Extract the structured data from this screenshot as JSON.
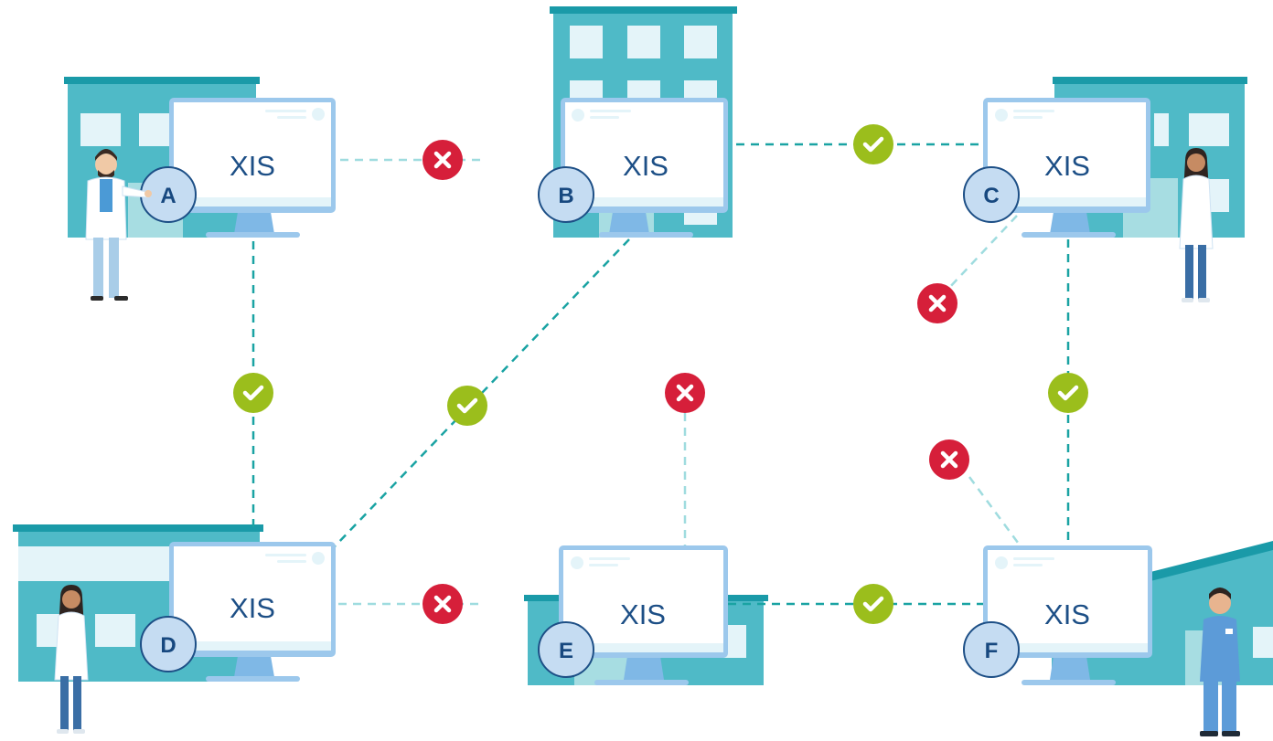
{
  "colors": {
    "building": "#4fbac7",
    "building_roof": "#1a9aa8",
    "window": "#e4f4f9",
    "monitor_frame": "#9cc8ec",
    "monitor_screen": "#ffffff",
    "badge_fill": "#c5dcf2",
    "badge_stroke": "#1d4f86",
    "label_text": "#1d4f86",
    "link_ok": "#1aa3a3",
    "link_fail": "#9fdcdf",
    "ok_icon": "#9bbe1c",
    "fail_icon": "#d61f3a"
  },
  "nodes": [
    {
      "id": "A",
      "label": "XIS",
      "building": "hospital",
      "person": "doctor-man"
    },
    {
      "id": "B",
      "label": "XIS",
      "building": "tower",
      "person": "none"
    },
    {
      "id": "C",
      "label": "XIS",
      "building": "clinic",
      "person": "doctor-woman"
    },
    {
      "id": "D",
      "label": "XIS",
      "building": "wide-clinic",
      "person": "doctor-woman"
    },
    {
      "id": "E",
      "label": "XIS",
      "building": "low-clinic",
      "person": "none"
    },
    {
      "id": "F",
      "label": "XIS",
      "building": "sloped-clinic",
      "person": "nurse-man"
    }
  ],
  "connections": [
    {
      "from": "A",
      "to": "B",
      "status": "failed"
    },
    {
      "from": "B",
      "to": "C",
      "status": "connected"
    },
    {
      "from": "A",
      "to": "D",
      "status": "connected"
    },
    {
      "from": "B",
      "to": "D",
      "status": "connected"
    },
    {
      "from": "C",
      "to": "F",
      "status": "connected"
    },
    {
      "from": "C",
      "to": null,
      "status": "failed"
    },
    {
      "from": "E",
      "to": null,
      "status": "failed"
    },
    {
      "from": "F",
      "to": null,
      "status": "failed"
    },
    {
      "from": "D",
      "to": "E",
      "status": "failed"
    },
    {
      "from": "E",
      "to": "F",
      "status": "connected"
    }
  ],
  "icons": {
    "connected": "check-icon",
    "failed": "cross-icon"
  }
}
